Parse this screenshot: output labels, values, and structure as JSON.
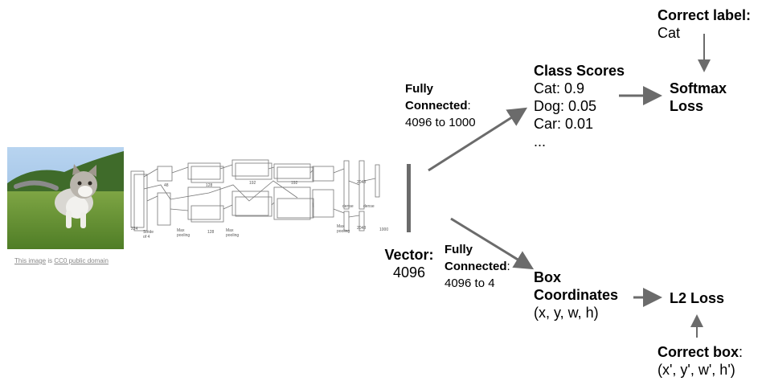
{
  "photo_credit": {
    "link1": "This image",
    "middle": " is ",
    "link2": "CC0 public domain"
  },
  "vector": {
    "label": "Vector:",
    "size": "4096"
  },
  "fc_top": {
    "title1": "Fully",
    "title2": "Connected",
    "suffix": ":",
    "detail": "4096 to 1000"
  },
  "fc_bottom": {
    "title1": "Fully",
    "title2": "Connected",
    "suffix": ":",
    "detail": "4096 to 4"
  },
  "class_scores": {
    "title": "Class Scores",
    "lines": [
      "Cat: 0.9",
      "Dog: 0.05",
      "Car: 0.01",
      "..."
    ]
  },
  "correct_label": {
    "title": "Correct label:",
    "value": "Cat"
  },
  "softmax": {
    "line1": "Softmax",
    "line2": "Loss"
  },
  "box": {
    "line1": "Box",
    "line2": "Coordinates",
    "value": "(x, y, w, h)"
  },
  "l2": {
    "label": "L2 Loss"
  },
  "correct_box": {
    "title": "Correct box",
    "suffix": ":",
    "value": "(x', y', w', h')"
  },
  "network_labels": {
    "pool1": "Max\npooling",
    "pool2": "Max\npooling",
    "pool3": "Max\npooling",
    "dense1": "dense",
    "dense2": "dense",
    "n48": "48",
    "n128a": "128",
    "n192a": "192",
    "n192b": "192",
    "n128b": "128",
    "n2048a": "2048",
    "n2048b": "2048",
    "n1000": "1000",
    "stride": "Stride\nof 4",
    "n224": "224"
  },
  "colors": {
    "arrow": "#6b6b6b",
    "vector_bar": "#6b6b6b",
    "sky": "#9ec4ea",
    "grass": "#6e9a3a"
  }
}
